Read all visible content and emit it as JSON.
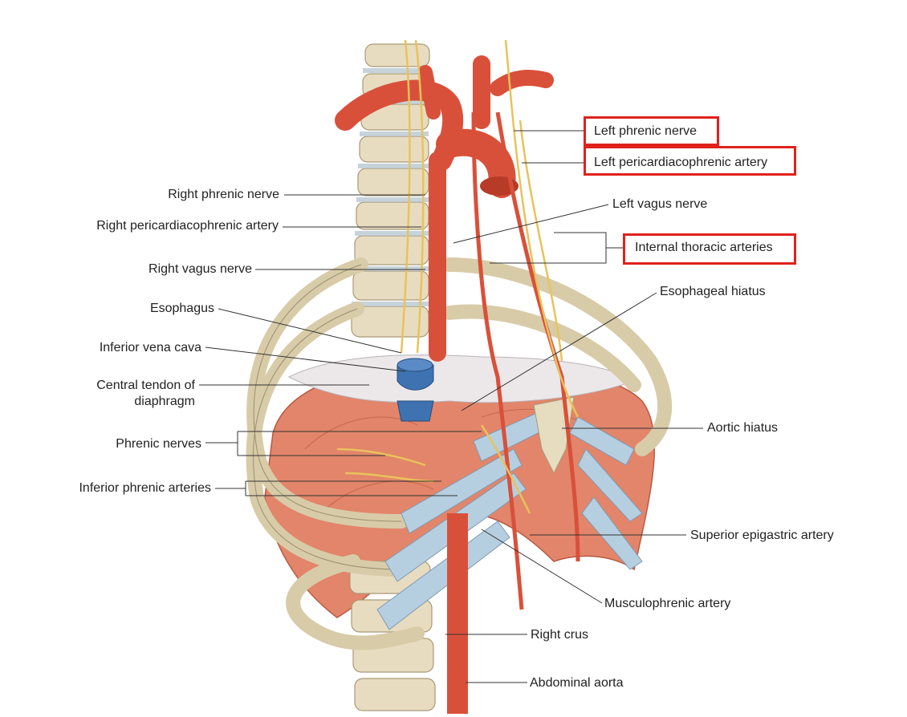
{
  "labels": {
    "left_phrenic_nerve": "Left phrenic nerve",
    "left_pericardiacophrenic_artery": "Left pericardiacophrenic artery",
    "left_vagus_nerve": "Left vagus nerve",
    "internal_thoracic_arteries": "Internal thoracic arteries",
    "esophageal_hiatus": "Esophageal hiatus",
    "aortic_hiatus": "Aortic hiatus",
    "superior_epigastric_artery": "Superior epigastric artery",
    "musculophrenic_artery": "Musculophrenic artery",
    "right_crus": "Right crus",
    "abdominal_aorta": "Abdominal aorta",
    "right_phrenic_nerve": "Right phrenic nerve",
    "right_pericardiacophrenic_artery": "Right pericardiacophrenic artery",
    "right_vagus_nerve": "Right vagus nerve",
    "esophagus": "Esophagus",
    "inferior_vena_cava": "Inferior vena cava",
    "central_tendon_line1": "Central tendon of",
    "central_tendon_line2": "diaphragm",
    "phrenic_nerves": "Phrenic nerves",
    "inferior_phrenic_arteries": "Inferior phrenic arteries"
  },
  "colors": {
    "highlight_box": "#e0221b",
    "artery": "#d9503a",
    "muscle": "#e07a60",
    "bone": "#e8dcc0",
    "cartilage": "#b6cfe0",
    "vein": "#3f72b0",
    "nerve": "#e9c25a"
  }
}
